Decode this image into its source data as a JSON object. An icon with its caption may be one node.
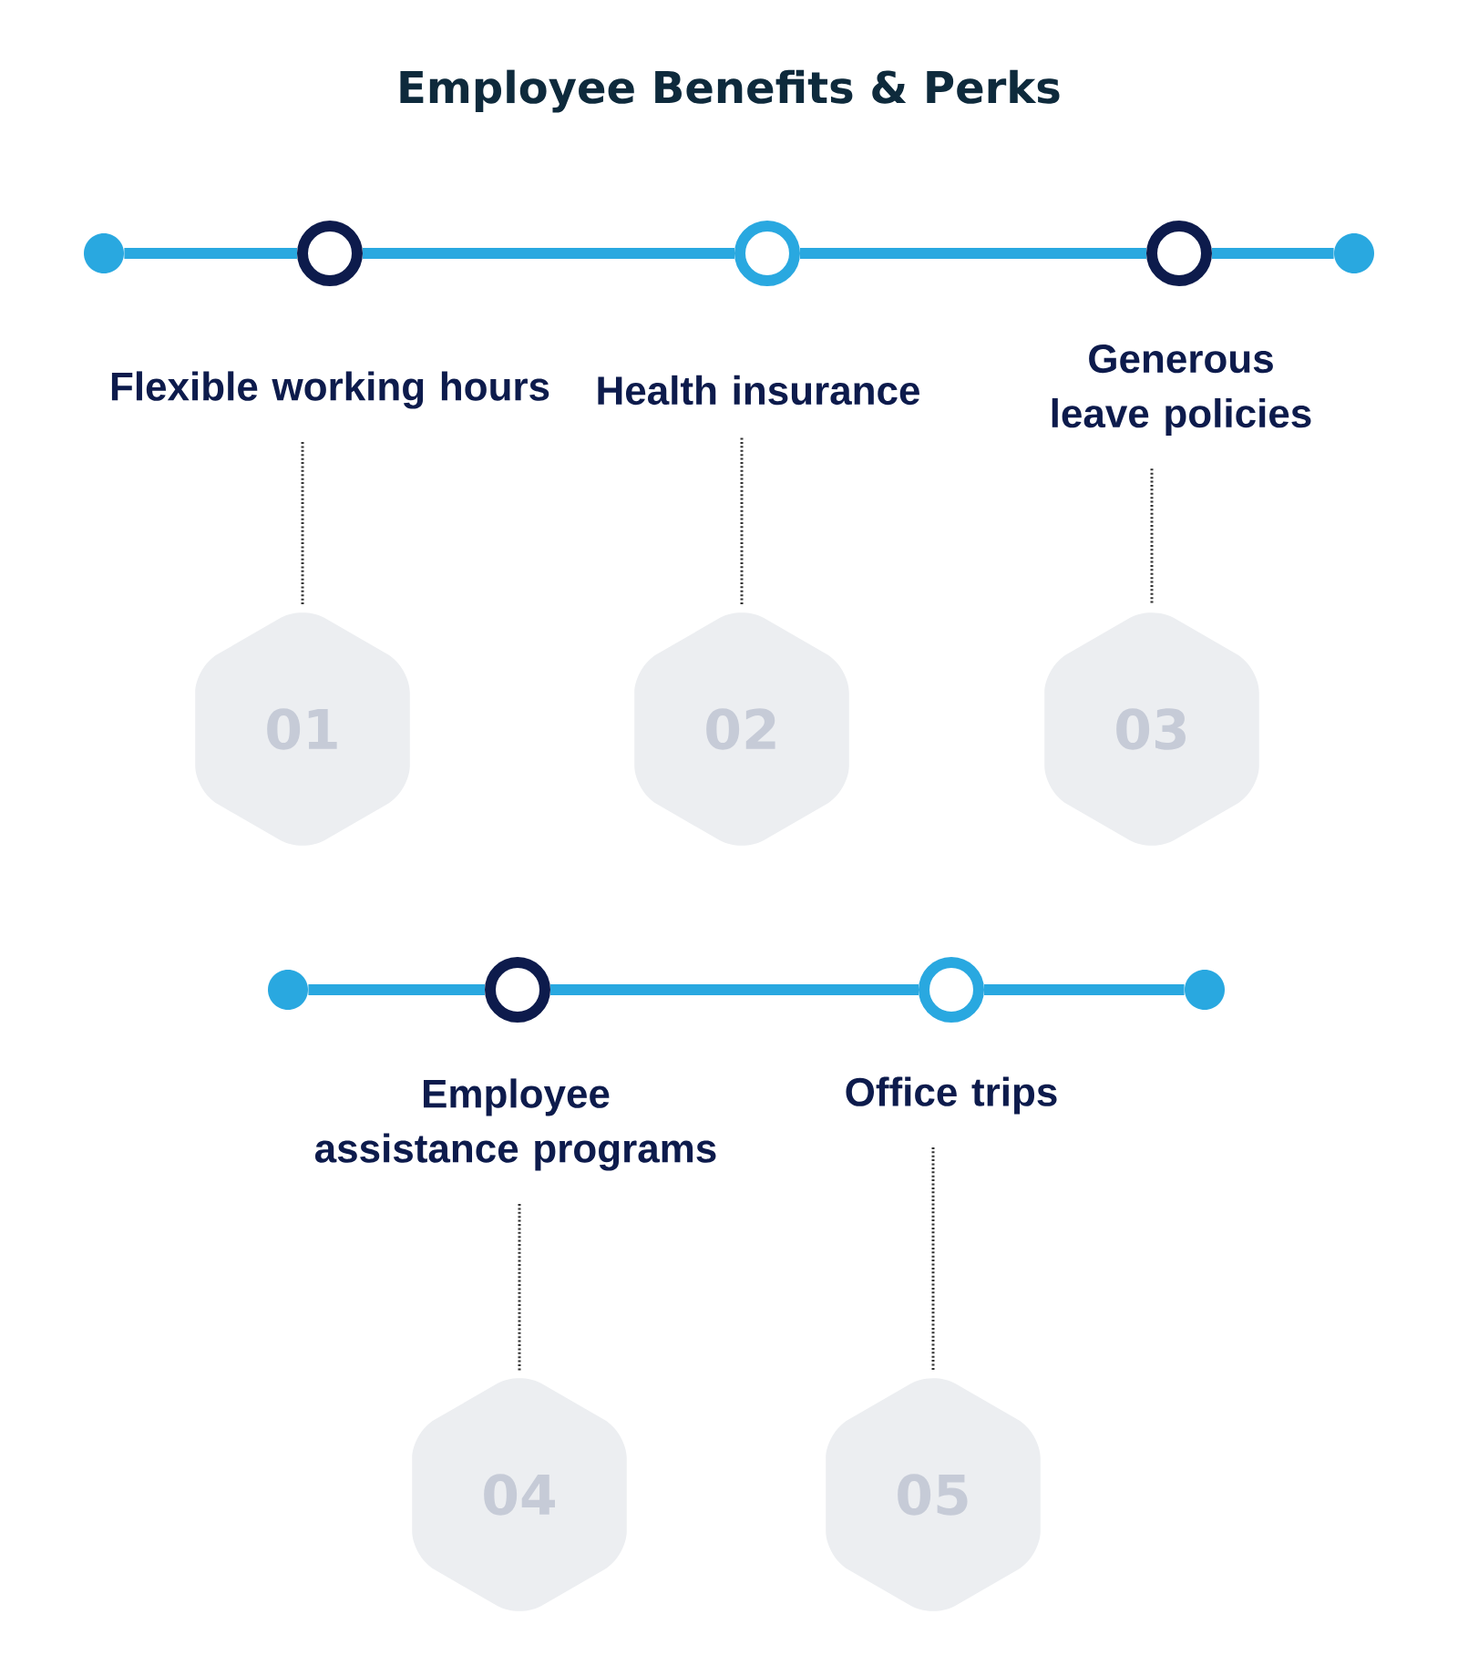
{
  "diagram": {
    "title": "Employee Benefits & Perks",
    "nodes": [
      {
        "text": [],
        "shape": "circle"
      },
      {
        "text": [],
        "shape": "circle"
      },
      {
        "text": [],
        "shape": "circle"
      },
      {
        "text": [],
        "shape": "circle"
      },
      {
        "text": [],
        "shape": "circle"
      },
      {
        "text": [
          "Flexible working hours"
        ]
      },
      {
        "text": [
          "Health insurance"
        ]
      },
      {
        "text": [
          "Generous leave policies"
        ]
      },
      {
        "text": [
          "01"
        ]
      },
      {
        "text": [
          "02"
        ]
      },
      {
        "text": [
          "03"
        ]
      },
      {
        "text": [],
        "shape": "circle"
      },
      {
        "text": [],
        "shape": "circle"
      },
      {
        "text": [],
        "shape": "circle"
      },
      {
        "text": [],
        "shape": "circle"
      },
      {
        "text": [
          "Employee assistance programs"
        ]
      },
      {
        "text": [
          "Office trips"
        ]
      },
      {
        "text": [
          "04"
        ]
      },
      {
        "text": [
          "05"
        ]
      }
    ],
    "edges": [
      {
        "from": 0,
        "to": 1,
        "arrow": "none"
      },
      {
        "from": 1,
        "to": 2,
        "arrow": "none"
      },
      {
        "from": 2,
        "to": 3,
        "arrow": "none"
      },
      {
        "from": 3,
        "to": 4,
        "arrow": "none"
      },
      {
        "from": 5,
        "to": 8,
        "arrow": "none",
        "style": "dashed",
        "color": "#333333"
      },
      {
        "from": 6,
        "to": 9,
        "arrow": "none",
        "style": "dashed",
        "color": "#333333"
      },
      {
        "from": 7,
        "to": 10,
        "arrow": "none",
        "style": "dashed",
        "color": "#333333"
      },
      {
        "from": 11,
        "to": 12,
        "arrow": "none"
      },
      {
        "from": 12,
        "to": 13,
        "arrow": "none"
      },
      {
        "from": 13,
        "to": 14,
        "arrow": "none"
      },
      {
        "from": 15,
        "to": 17,
        "arrow": "none",
        "style": "dashed",
        "color": "#333333"
      },
      {
        "from": 16,
        "to": 18,
        "arrow": "none",
        "style": "dashed",
        "color": "#333333"
      }
    ]
  }
}
